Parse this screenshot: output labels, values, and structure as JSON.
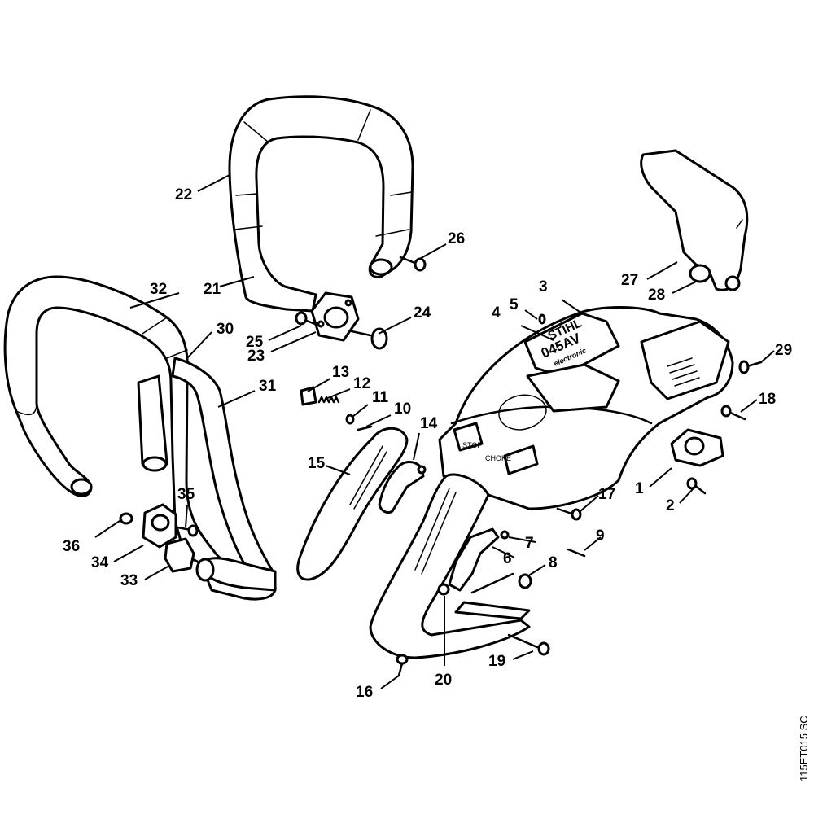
{
  "diagram": {
    "reference_code": "115ET015 SC",
    "decal": {
      "brand": "STIHL",
      "model": "045AV",
      "subtitle": "electronic"
    },
    "housing_labels": {
      "stop": "STOP",
      "choke": "CHOKE"
    },
    "callouts": [
      "1",
      "2",
      "3",
      "4",
      "5",
      "6",
      "7",
      "8",
      "9",
      "10",
      "11",
      "12",
      "13",
      "14",
      "15",
      "16",
      "17",
      "18",
      "19",
      "20",
      "21",
      "22",
      "23",
      "24",
      "25",
      "26",
      "27",
      "28",
      "29",
      "30",
      "31",
      "32",
      "33",
      "34",
      "35",
      "36"
    ]
  }
}
